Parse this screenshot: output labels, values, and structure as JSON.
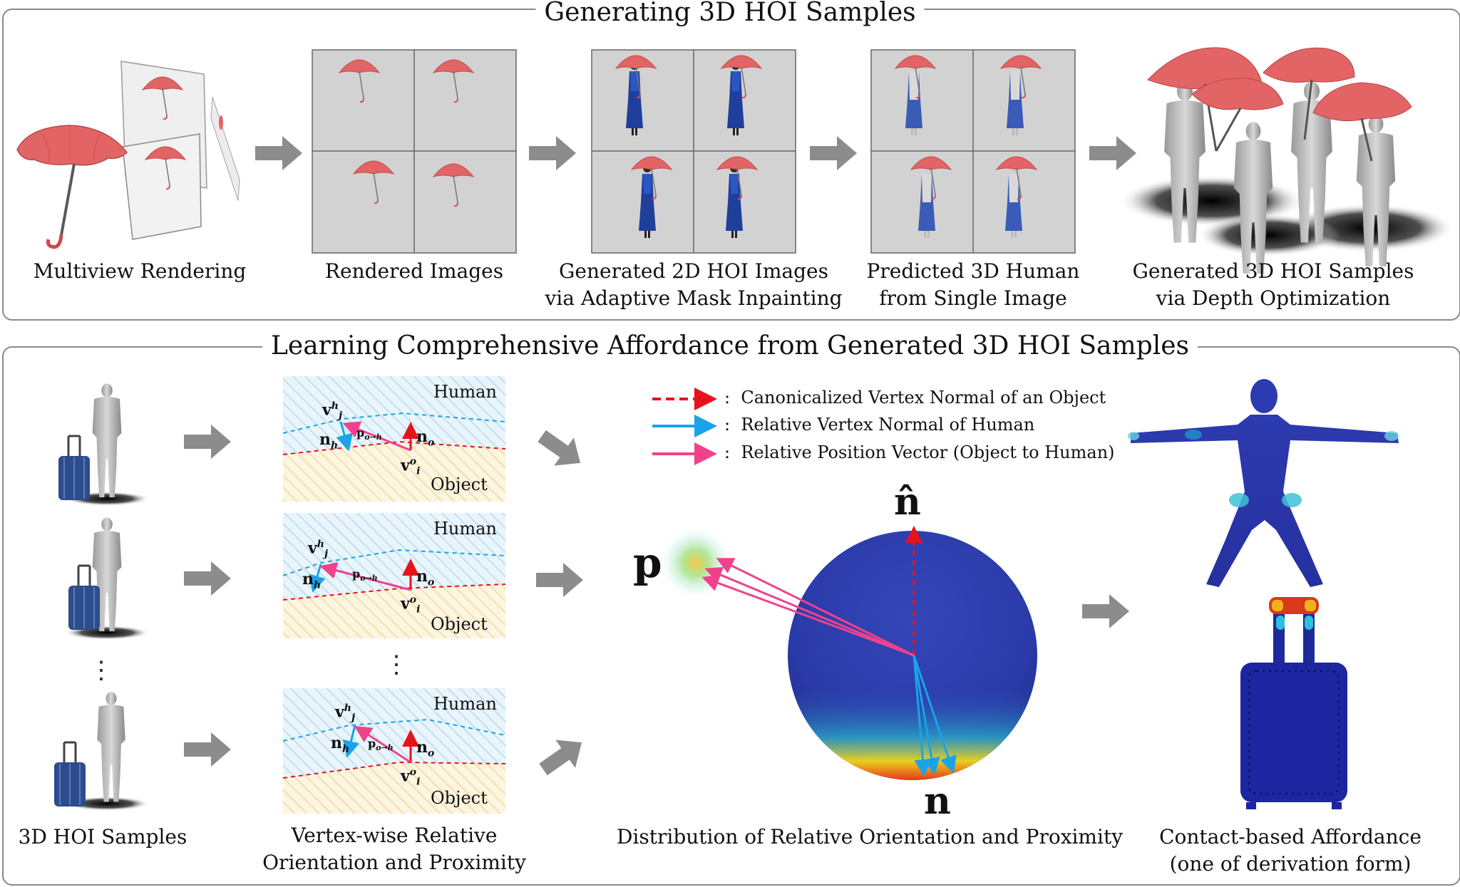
{
  "top_panel": {
    "title": "Generating 3D HOI Samples",
    "captions": {
      "multiview": "Multiview Rendering",
      "rendered": "Rendered Images",
      "generated2d_l1": "Generated 2D HOI Images",
      "generated2d_l2": "via Adaptive Mask Inpainting",
      "predicted_l1": "Predicted 3D Human",
      "predicted_l2": "from Single Image",
      "generated3d_l1": "Generated 3D HOI Samples",
      "generated3d_l2": "via Depth Optimization"
    }
  },
  "bottom_panel": {
    "title": "Learning Comprehensive Affordance from Generated 3D HOI Samples",
    "captions": {
      "samples": "3D HOI Samples",
      "vertex_l1": "Vertex-wise Relative",
      "vertex_l2": "Orientation and Proximity",
      "distribution": "Distribution of Relative Orientation and Proximity",
      "affordance_l1": "Contact-based Affordance",
      "affordance_l2": "(one of derivation form)"
    },
    "diagram_labels": {
      "human": "Human",
      "object": "Object",
      "vj_base": "v",
      "vj_sup": "h",
      "vj_sub": "j",
      "vi_base": "v",
      "vi_sup": "o",
      "vi_sub": "i",
      "nh_base": "n",
      "nh_sub": "h",
      "no_base": "n",
      "no_sub": "o",
      "p_base": "p",
      "p_sub": "o→h",
      "dots": "⋮"
    },
    "legend": {
      "separator": ":",
      "items": [
        {
          "label": "Canonicalized Vertex Normal of an Object",
          "color": "#e8121c",
          "style": "dashed"
        },
        {
          "label": "Relative Vertex Normal of Human",
          "color": "#1aa3e8",
          "style": "solid"
        },
        {
          "label": "Relative Position Vector (Object to Human)",
          "color": "#f0428c",
          "style": "solid"
        }
      ]
    },
    "sphere_labels": {
      "n_hat": "n̂",
      "n": "n",
      "p": "p"
    }
  },
  "colors": {
    "umbrella": "#e26464",
    "panel_gray": "#d2d2d2",
    "arrow_gray": "#8c8c8c",
    "human_hatch": "#bfe0f2",
    "object_hatch": "#f4dfa6",
    "sphere_blue": "#2a3aa8",
    "affordance_blue": "#2630a8"
  }
}
